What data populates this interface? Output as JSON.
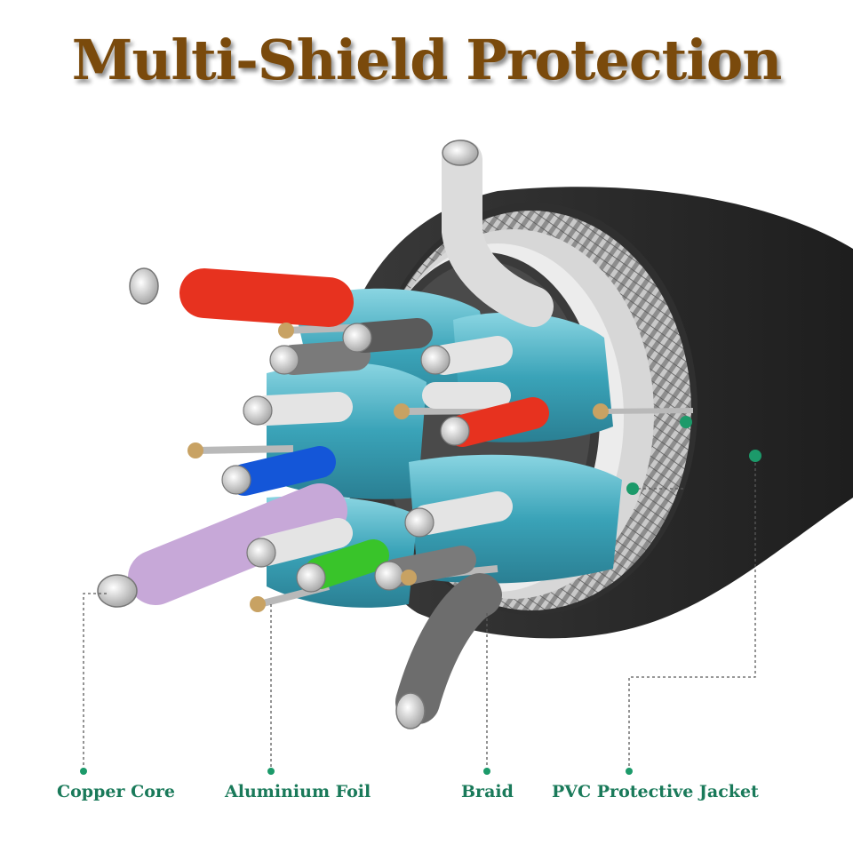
{
  "title": "Multi-Shield Protection",
  "labels": {
    "copper_core": "Copper Core",
    "aluminium_foil": "Aluminium Foil",
    "braid": "Braid",
    "pvc_jacket": "PVC Protective Jacket"
  },
  "colors": {
    "title": "#7a4a0c",
    "label": "#1a7a5a",
    "leader": "#5a5a5a",
    "dot": "#1c9a6a",
    "jacket": "#2b2b2b",
    "braid": "#9a9a9a",
    "foil": "#4fb3c6",
    "copper": "#c8a263",
    "wire_red": "#e7321f",
    "wire_blue": "#1456d8",
    "wire_green": "#39c42a",
    "wire_purple": "#c7a8d8",
    "wire_white": "#e4e4e4",
    "wire_gray": "#6d6d6d"
  }
}
